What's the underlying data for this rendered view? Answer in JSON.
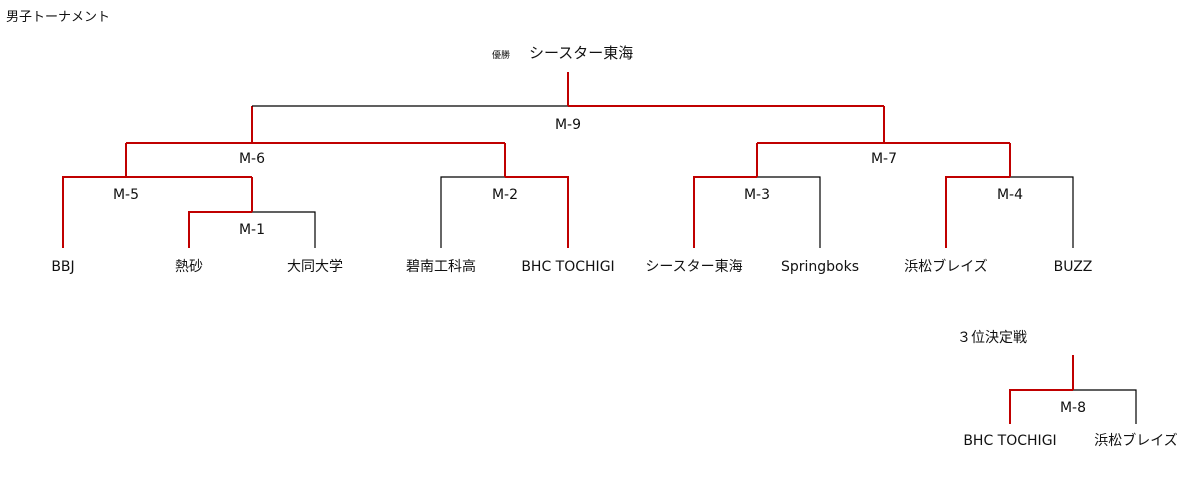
{
  "tournament_title": "男子トーナメント",
  "champion": {
    "prefix": "優勝",
    "name": "シースター東海"
  },
  "teams": [
    "BBJ",
    "熱砂",
    "大同大学",
    "碧南工科高",
    "BHC TOCHIGI",
    "シースター東海",
    "Springboks",
    "浜松ブレイズ",
    "BUZZ"
  ],
  "matches": {
    "m1": "M-1",
    "m2": "M-2",
    "m3": "M-3",
    "m4": "M-4",
    "m5": "M-5",
    "m6": "M-6",
    "m7": "M-7",
    "m9": "M-9"
  },
  "third_place": {
    "title": "３位決定戦",
    "match": "M-8",
    "teams": [
      "BHC TOCHIGI",
      "浜松ブレイズ"
    ]
  },
  "colors": {
    "winner_line": "#c00000",
    "loser_line": "#000000"
  }
}
